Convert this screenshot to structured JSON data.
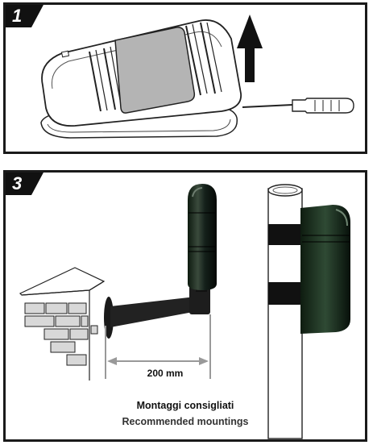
{
  "panels": [
    {
      "step": "1"
    },
    {
      "step": "3",
      "dimension": "200 mm",
      "caption_it": "Montaggi consigliati",
      "caption_en": "Recommended mountings"
    }
  ]
}
